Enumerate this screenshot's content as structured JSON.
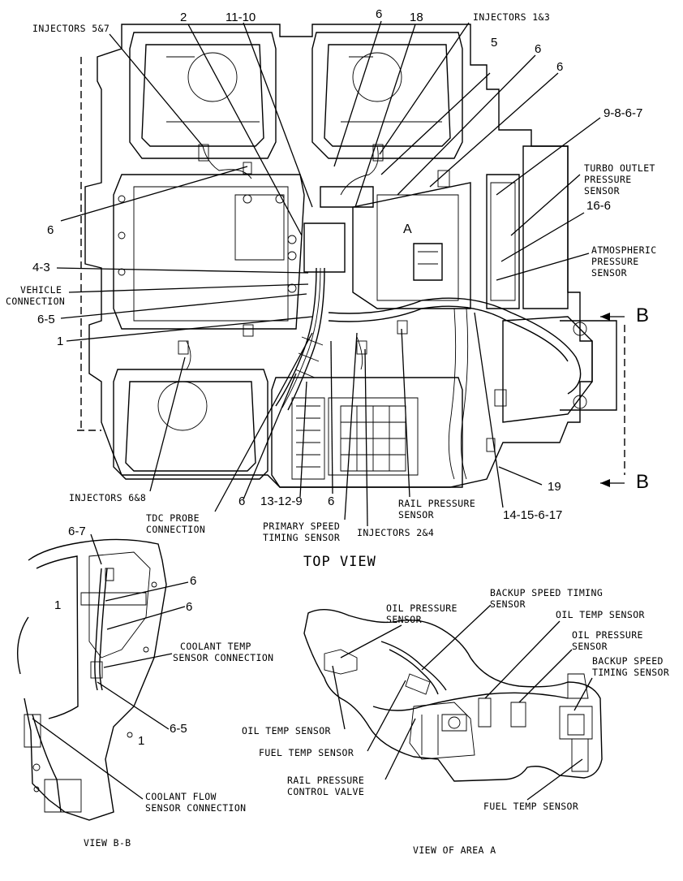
{
  "labels": {
    "injectors_5_7": "INJECTORS 5&7",
    "n_2": "2",
    "n_11_10": "11-10",
    "n_6_top": "6",
    "n_18": "18",
    "injectors_1_3": "INJECTORS 1&3",
    "n_5": "5",
    "n_6_a": "6",
    "n_6_b": "6",
    "n_9_8_6_7": "9-8-6-7",
    "turbo_outlet": [
      "TURBO OUTLET",
      "PRESSURE",
      "SENSOR"
    ],
    "n_16_6": "16-6",
    "atmospheric": [
      "ATMOSPHERIC",
      "PRESSURE",
      "SENSOR"
    ],
    "n_6_left": "6",
    "n_4_3": "4-3",
    "vehicle_connection": [
      "VEHICLE",
      "CONNECTION"
    ],
    "n_6_5": "6-5",
    "n_1": "1",
    "letter_a": "A",
    "section_b_top": "B",
    "section_b_bottom": "B",
    "n_19": "19",
    "injectors_6_8": "INJECTORS 6&8",
    "n_6_bottom_a": "6",
    "n_13_12_9": "13-12-9",
    "n_6_bottom_b": "6",
    "rail_pressure_sensor": [
      "RAIL PRESSURE",
      "SENSOR"
    ],
    "n_14_15_6_17": "14-15-6-17",
    "tdc_probe": [
      "TDC PROBE",
      "CONNECTION"
    ],
    "primary_speed": [
      "PRIMARY SPEED",
      "TIMING SENSOR"
    ],
    "injectors_2_4": "INJECTORS 2&4",
    "top_view": "TOP VIEW",
    "bb_6_7": "6-7",
    "bb_6_a": "6",
    "bb_6_b": "6",
    "bb_1_top": "1",
    "coolant_temp": [
      "COOLANT TEMP",
      "SENSOR CONNECTION"
    ],
    "bb_6_5": "6-5",
    "bb_1_bottom": "1",
    "coolant_flow": [
      "COOLANT FLOW",
      "SENSOR CONNECTION"
    ],
    "view_bb": "VIEW B-B",
    "a_oil_pressure_1": [
      "OIL PRESSURE",
      "SENSOR"
    ],
    "a_backup_speed_1": [
      "BACKUP SPEED TIMING",
      "SENSOR"
    ],
    "a_oil_temp_1": "OIL TEMP SENSOR",
    "a_oil_pressure_2": [
      "OIL PRESSURE",
      "SENSOR"
    ],
    "a_backup_speed_2": [
      "BACKUP SPEED",
      "TIMING SENSOR"
    ],
    "a_oil_temp_2": "OIL TEMP SENSOR",
    "a_fuel_temp_1": "FUEL TEMP SENSOR",
    "a_rail_pressure_valve": [
      "RAIL PRESSURE",
      "CONTROL VALVE"
    ],
    "a_fuel_temp_2": "FUEL TEMP SENSOR",
    "view_area_a": "VIEW OF AREA A"
  }
}
